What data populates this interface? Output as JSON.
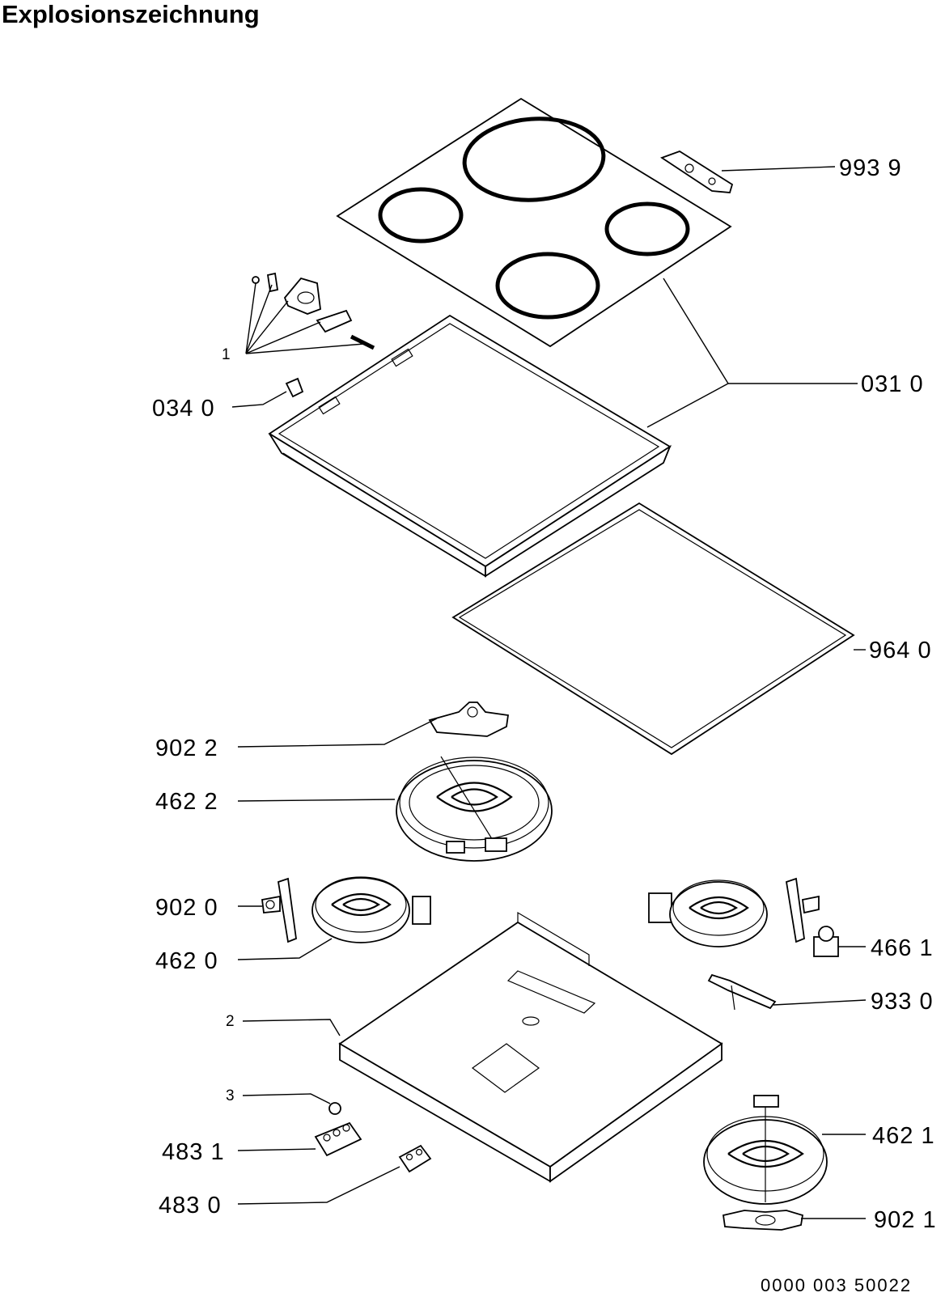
{
  "title": "Explosionszeichnung",
  "document_number": "0000 003 50022",
  "labels": {
    "p9939": "993  9",
    "p0310": "031  0",
    "p0340": "034  0",
    "p1": "1",
    "p9640": "964  0",
    "p9022": "902  2",
    "p4622": "462  2",
    "p9020": "902  0",
    "p4620": "462  0",
    "p4661": "466  1",
    "p9330": "933  0",
    "p2": "2",
    "p3": "3",
    "p4831": "483  1",
    "p4830": "483  0",
    "p4621": "462  1",
    "p9021": "902  1"
  }
}
